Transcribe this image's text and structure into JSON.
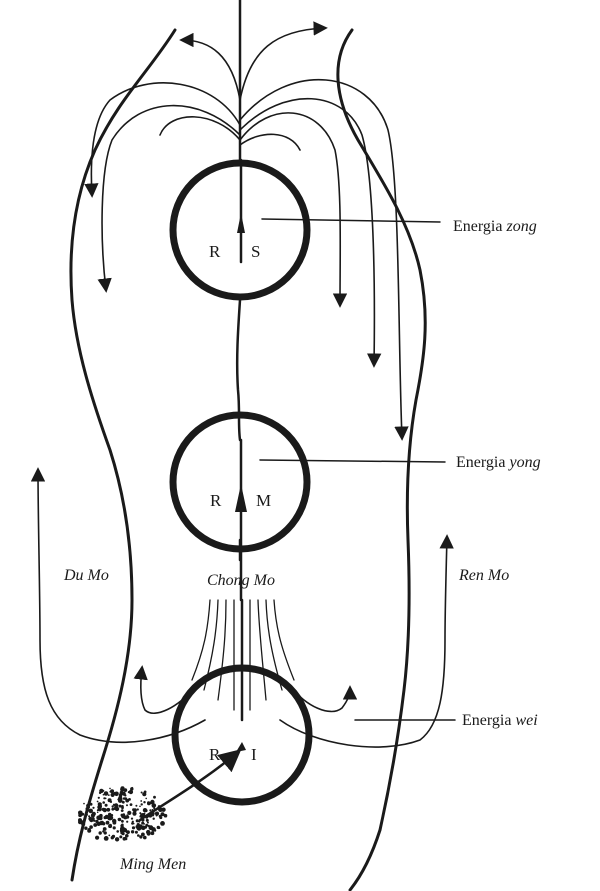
{
  "centers": {
    "upper": {
      "left_letter": "R",
      "right_letter": "S",
      "energy_prefix": "Energia",
      "energy_name": "zong"
    },
    "middle": {
      "left_letter": "R",
      "right_letter": "M",
      "energy_prefix": "Energia",
      "energy_name": "yong"
    },
    "lower": {
      "left_letter": "R",
      "right_letter": "I",
      "energy_prefix": "Energia",
      "energy_name": "wei"
    }
  },
  "channels": {
    "du_mo": "Du Mo",
    "chong_mo": "Chong Mo",
    "ren_mo": "Ren Mo",
    "ming_men": "Ming Men"
  },
  "colors": {
    "ink": "#1a1a1a",
    "paper": "#ffffff"
  }
}
